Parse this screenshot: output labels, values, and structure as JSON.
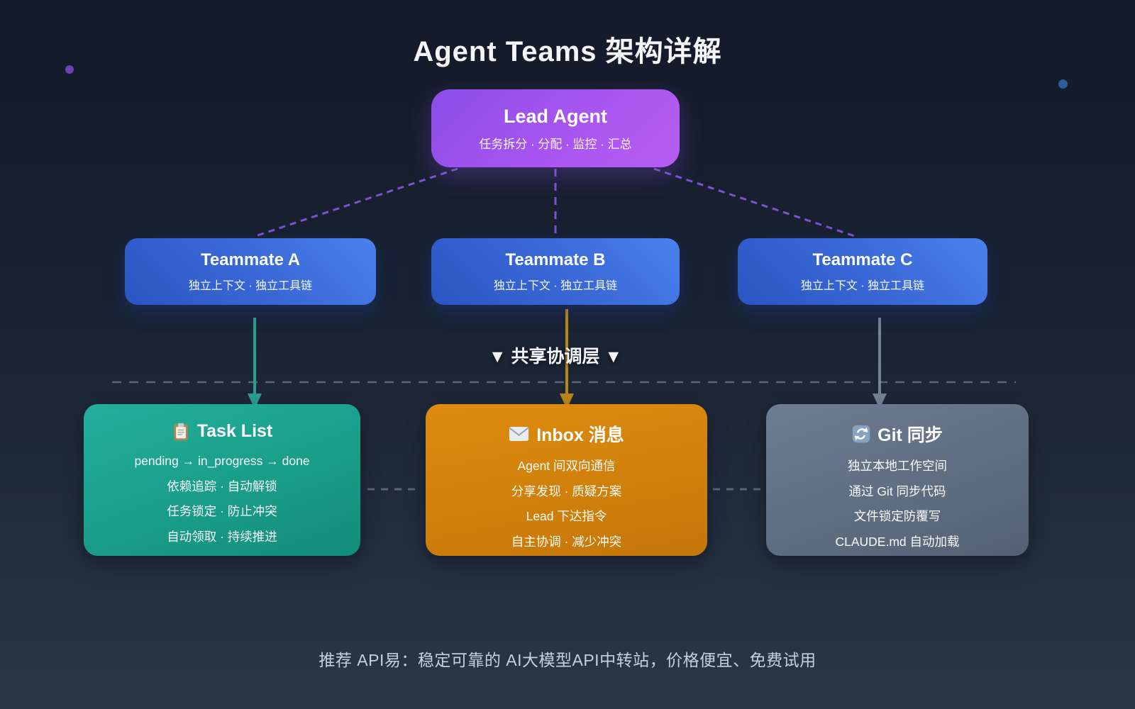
{
  "page": {
    "title": "Agent Teams 架构详解",
    "footer": "推荐 API易：稳定可靠的 AI大模型API中转站，价格便宜、免费试用"
  },
  "lead": {
    "title": "Lead Agent",
    "subtitle": "任务拆分 · 分配 · 监控 · 汇总"
  },
  "teammates": [
    {
      "title": "Teammate A",
      "subtitle": "独立上下文 · 独立工具链"
    },
    {
      "title": "Teammate B",
      "subtitle": "独立上下文 · 独立工具链"
    },
    {
      "title": "Teammate C",
      "subtitle": "独立上下文 · 独立工具链"
    }
  ],
  "coordination_label": "▼ 共享协调层 ▼",
  "cards": [
    {
      "icon": "clipboard-icon",
      "title": "Task List",
      "lines": [
        "pending → in_progress → done",
        "依赖追踪 · 自动解锁",
        "任务锁定 · 防止冲突",
        "自动领取 · 持续推进"
      ]
    },
    {
      "icon": "envelope-icon",
      "title": "Inbox 消息",
      "lines": [
        "Agent 间双向通信",
        "分享发现 · 质疑方案",
        "Lead 下达指令",
        "自主协调 · 减少冲突"
      ]
    },
    {
      "icon": "sync-icon",
      "title": "Git 同步",
      "lines": [
        "独立本地工作空间",
        "通过 Git 同步代码",
        "文件锁定防覆写",
        "CLAUDE.md 自动加载"
      ]
    }
  ],
  "colors": {
    "background_top": "#131a29",
    "background_bottom": "#2b3749",
    "lead_gradient": [
      "#8b4de6",
      "#b65ef2"
    ],
    "teammate_gradient": [
      "#2a55c2",
      "#4b81ec"
    ],
    "task_card": "#19a38d",
    "inbox_card": "#d2830c",
    "git_card": "#5f6b80",
    "purple_dash": "#7d51d3",
    "teal_arrow": "#2b9e92",
    "orange_arrow": "#b9861a",
    "gray_arrow": "#8593a5",
    "gray_dash": "#5b6577",
    "dot_purple": "#6c41ad",
    "dot_blue": "#2e5d9e"
  }
}
